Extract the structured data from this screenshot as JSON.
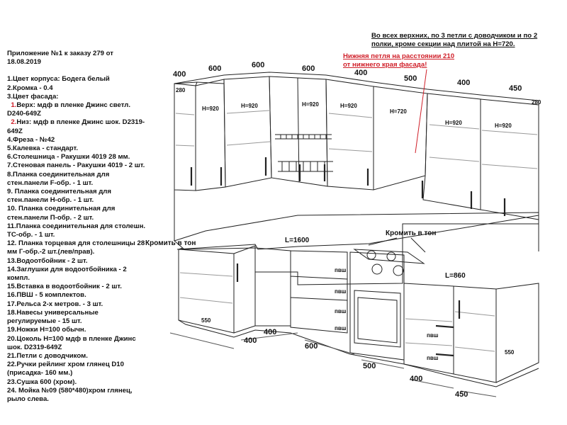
{
  "spec": {
    "heading": "Приложение №1 к заказу 279 от 18.08.2019",
    "items": [
      {
        "text": "1.Цвет корпуса: Бодега белый"
      },
      {
        "text": "2.Кромка - 0.4"
      },
      {
        "text": "3.Цвет фасада:"
      },
      {
        "prefix": "1.",
        "text": "Верх: мдф в пленке Джинс светл. D240-649Z"
      },
      {
        "prefix": "2.",
        "text": "Низ: мдф в пленке Джинс шок. D2319-649Z"
      },
      {
        "text": "4.Фреза - №42"
      },
      {
        "text": "5.Калевка - стандарт."
      },
      {
        "text": "6.Столешница - Ракушки 4019 28 мм."
      },
      {
        "text": "7.Стеновая панель - Ракушки 4019 - 2 шт."
      },
      {
        "text": "8.Планка соединительная для стен.панели F-обр. - 1 шт."
      },
      {
        "text": "9. Планка соединительная для стен.панели Н-обр. - 1 шт."
      },
      {
        "text": "10. Планка соединительная для стен.панели П-обр. - 2 шт."
      },
      {
        "text": "11.Планка соединительная для столешн. ТС-обр. - 1 шт."
      },
      {
        "text": "12. Планка торцевая для столешницы 28 мм Г-обр.-2 шт.(лев/прав)."
      },
      {
        "text": "13.Водоотбойник - 2 шт."
      },
      {
        "text": "14.Заглушки для водоотбойника - 2 компл."
      },
      {
        "text": "15.Вставка в водоотбойник - 2 шт."
      },
      {
        "text": "16.ПВШ - 5 комплектов."
      },
      {
        "text": "17.Рельса 2-х метров. - 3 шт."
      },
      {
        "text": "18.Навесы универсальные регулируемые - 15 шт."
      },
      {
        "text": "19.Ножки Н=100 обычн."
      },
      {
        "text": "20.Цоколь Н=100 мдф в пленке Джинс шок. D2319-649Z"
      },
      {
        "text": "21.Петли с доводчиком."
      },
      {
        "text": "22.Ручки рейлинг хром глянец D10 (присадка- 160 мм.)"
      },
      {
        "text": "23.Сушка 600 (хром)."
      },
      {
        "text": "24. Мойка №09 (580*480)хром глянец, рыло слева."
      }
    ]
  },
  "notes": {
    "hinges": "Во всех верхних, по 3 петли с доводчиком и по 2 полки, кроме секции над плитой на Н=720.",
    "lower_hinge": "Нижняя петля на расстоянии 210  от нижнего края фасада!"
  },
  "diagram": {
    "upper_widths": [
      "400",
      "600",
      "600",
      "600",
      "400",
      "500",
      "400",
      "450"
    ],
    "upper_heights": [
      "Н=920",
      "Н=920",
      "Н=920",
      "Н=920",
      "Н=720",
      "Н=920",
      "Н=920"
    ],
    "depth_upper": "280",
    "lower_widths": [
      "400",
      "600",
      "500",
      "400",
      "450"
    ],
    "depth_lower": "550",
    "worktop_left": "L=1600",
    "worktop_right": "L=860",
    "edge_left": "Кромить в тон",
    "edge_right": "Кромить в тон",
    "pvsh": "пвш",
    "colors": {
      "ink": "#222222",
      "accent": "#d0202a"
    }
  }
}
